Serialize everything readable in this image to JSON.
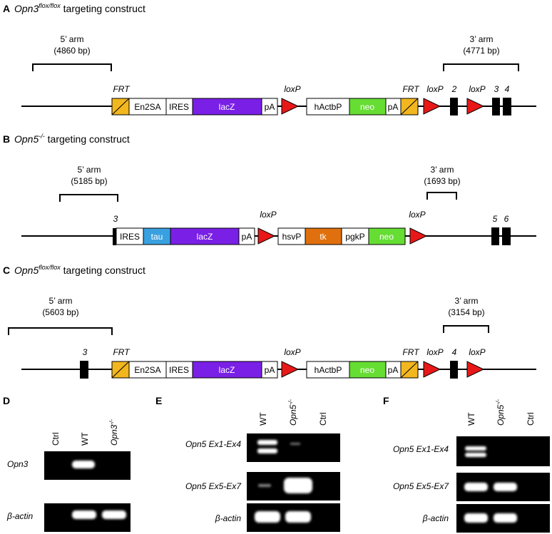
{
  "panel_a": {
    "letter": "A",
    "title_gene": "Opn3",
    "title_sup": "flox/flox",
    "title_rest": " targeting construct",
    "arm5_label": "5’ arm",
    "arm5_bp": "(4860 bp)",
    "arm3_label": "3’ arm",
    "arm3_bp": "(4771 bp)",
    "frt1": "FRT",
    "box_en2sa": "En2SA",
    "box_ires": "IRES",
    "box_lacz": "lacZ",
    "box_pa1": "pA",
    "loxp1": "loxP",
    "box_hactbp": "hActbP",
    "box_neo": "neo",
    "box_pa2": "pA",
    "frt2": "FRT",
    "loxp2": "loxP",
    "exon2": "2",
    "loxp3": "loxP",
    "exon3": "3",
    "exon4": "4"
  },
  "panel_b": {
    "letter": "B",
    "title_gene": "Opn5",
    "title_sup": "-/-",
    "title_rest": " targeting construct",
    "arm5_label": "5’ arm",
    "arm5_bp": "(5185 bp)",
    "arm3_label": "3’ arm",
    "arm3_bp": "(1693 bp)",
    "exon3": "3",
    "box_ires": "IRES",
    "box_tau": "tau",
    "box_lacz": "lacZ",
    "box_pa": "pA",
    "loxp1": "loxP",
    "box_hsvp": "hsvP",
    "box_tk": "tk",
    "box_pgkp": "pgkP",
    "box_neo": "neo",
    "loxp2": "loxP",
    "exon5": "5",
    "exon6": "6"
  },
  "panel_c": {
    "letter": "C",
    "title_gene": "Opn5",
    "title_sup": "flox/flox",
    "title_rest": " targeting construct",
    "arm5_label": "5’ arm",
    "arm5_bp": "(5603 bp)",
    "arm3_label": "3’ arm",
    "arm3_bp": "(3154 bp)",
    "exon3": "3",
    "frt1": "FRT",
    "box_en2sa": "En2SA",
    "box_ires": "IRES",
    "box_lacz": "lacZ",
    "box_pa1": "pA",
    "loxp1": "loxP",
    "box_hactbp": "hActbP",
    "box_neo": "neo",
    "box_pa2": "pA",
    "frt2": "FRT",
    "loxp2": "loxP",
    "exon4": "4",
    "loxp3": "loxP"
  },
  "panel_d": {
    "letter": "D",
    "lane_ctrl": "Ctrl",
    "lane_wt": "WT",
    "lane_ko_gene": "Opn3",
    "lane_ko_sup": "-/-",
    "row1": "Opn3",
    "row2_greek": "β",
    "row2_rest": "-actin"
  },
  "panel_e": {
    "letter": "E",
    "lane_wt": "WT",
    "lane_ko_gene": "Opn5",
    "lane_ko_sup": "-/-",
    "lane_ctrl": "Ctrl",
    "row1": "Opn5 Ex1-Ex4",
    "row2": "Opn5 Ex5-Ex7",
    "row3_greek": "β",
    "row3_rest": "-actin"
  },
  "panel_f": {
    "letter": "F",
    "lane_wt": "WT",
    "lane_ko_gene": "Opn5",
    "lane_ko_sup": "-/-",
    "lane_ctrl": "Ctrl",
    "row1": "Opn5 Ex1-Ex4",
    "row2": "Opn5 Ex5-Ex7",
    "row3_greek": "β",
    "row3_rest": "-actin"
  },
  "colors": {
    "lacz": "#7a1fe6",
    "neo": "#66dd33",
    "tau": "#3aa0e0",
    "tk": "#e0700e",
    "frt": "#f2b61e",
    "loxp": "#e81818",
    "exon": "#000000",
    "gel": "#000000",
    "band": "#ffffff"
  }
}
